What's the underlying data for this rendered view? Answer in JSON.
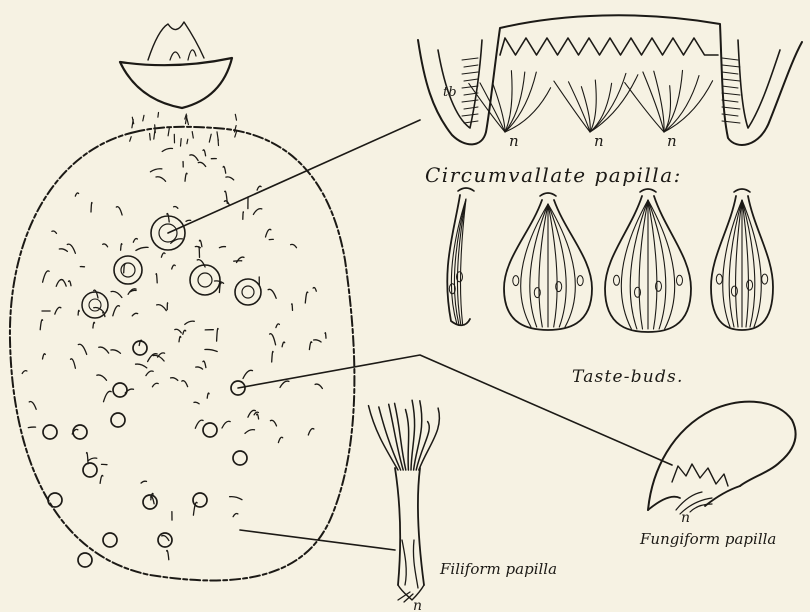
{
  "figure": {
    "labels": {
      "circumvallate": "Circumvallate papilla:",
      "taste_buds": "Taste-buds.",
      "filiform": "Filiform papilla",
      "fungiform": "Fungiform papilla",
      "nerve_letter": "n",
      "trench_letter": "tb"
    }
  }
}
